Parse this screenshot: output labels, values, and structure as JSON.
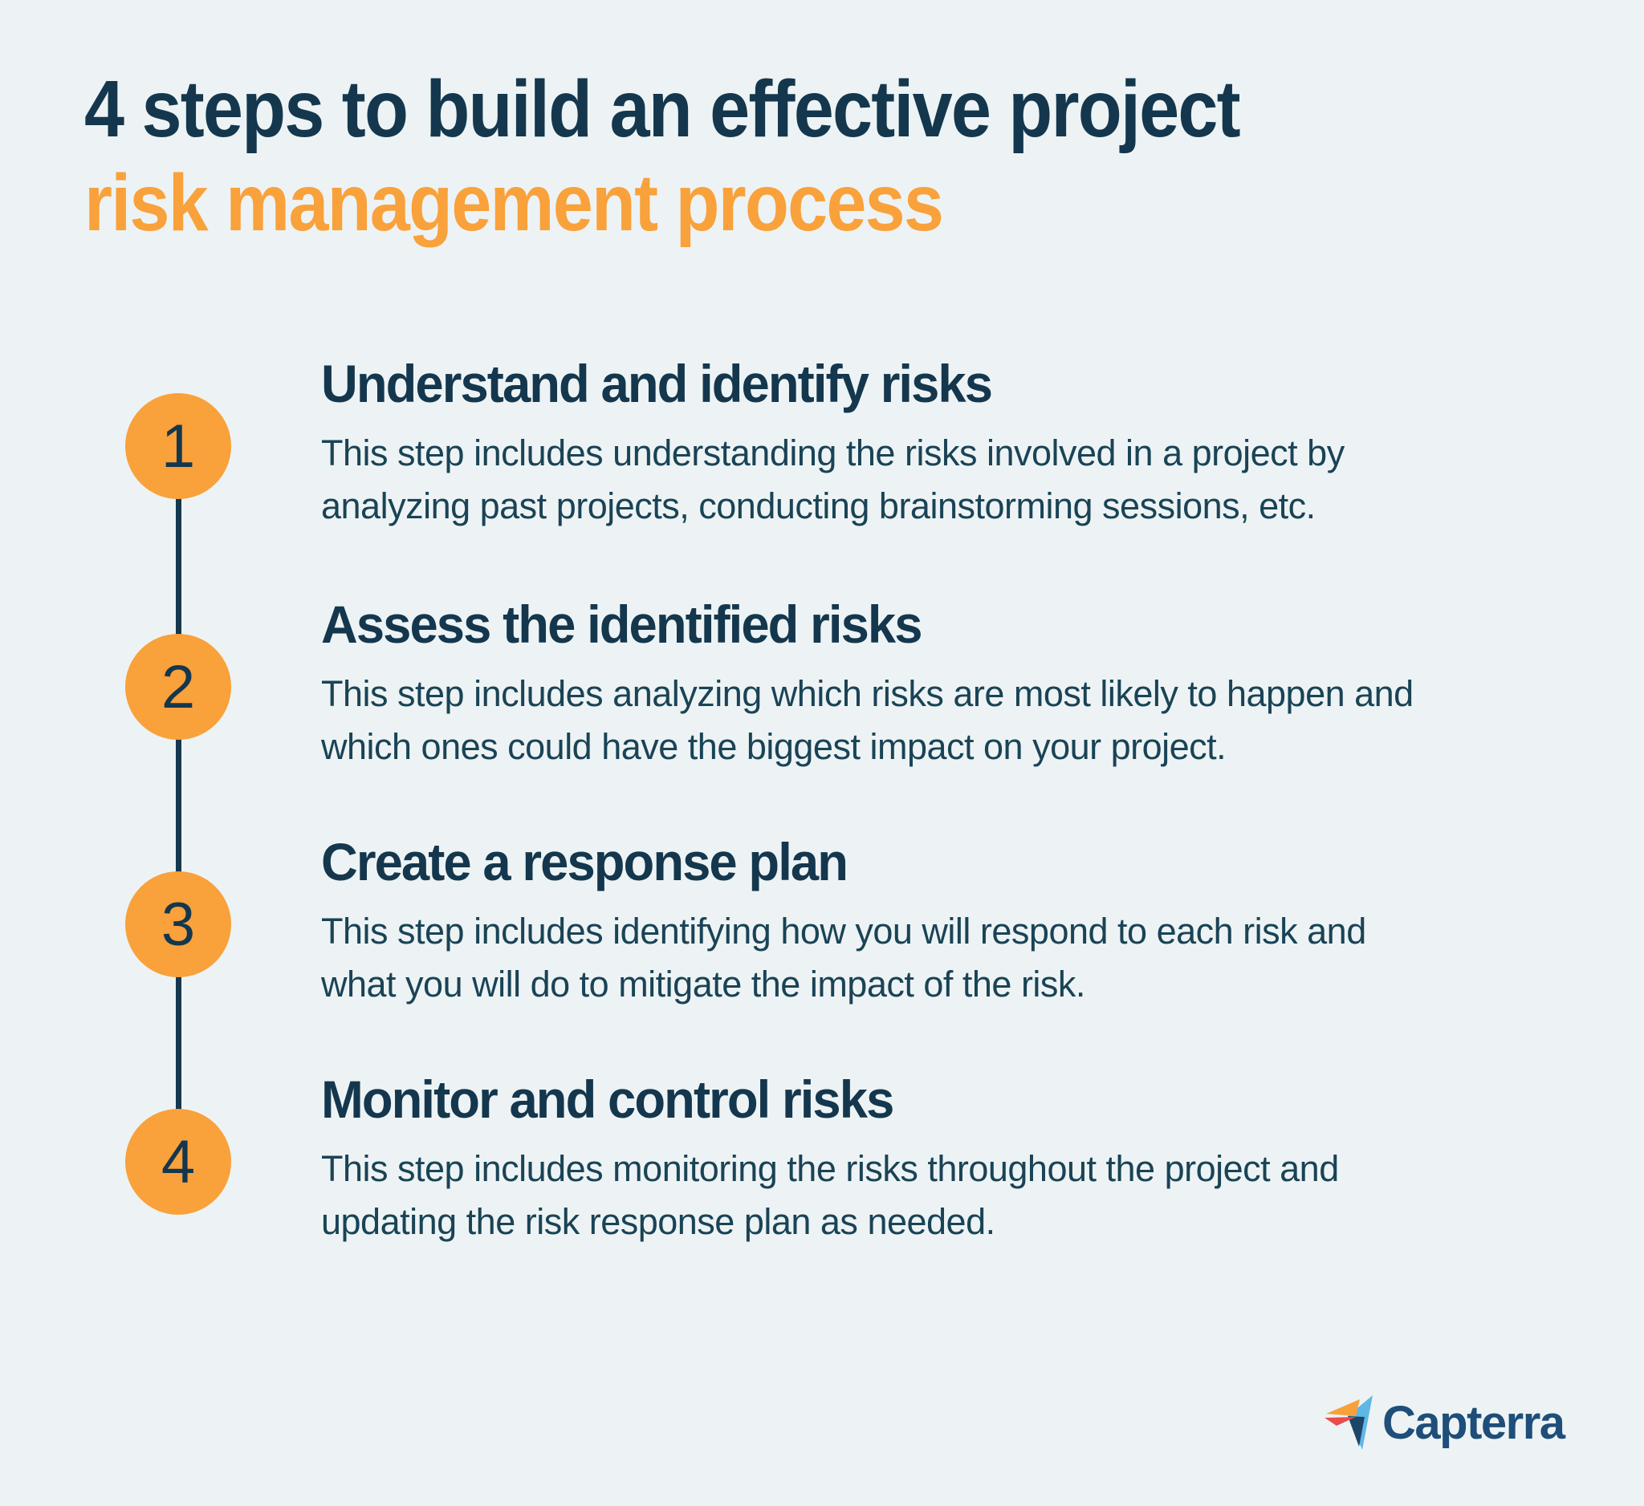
{
  "title": {
    "line1": "4 steps to build an effective project",
    "line2": "risk management process"
  },
  "steps": [
    {
      "number": "1",
      "heading": "Understand and identify risks",
      "description_lines": [
        "This step includes understanding the risks involved in a project by",
        "analyzing past projects, conducting brainstorming sessions, etc."
      ]
    },
    {
      "number": "2",
      "heading": "Assess the identified risks",
      "description_lines": [
        "This step includes analyzing which risks are most likely to happen and",
        "which ones could have the biggest impact on your project."
      ]
    },
    {
      "number": "3",
      "heading": "Create a response plan",
      "description_lines": [
        "This step includes identifying how you will respond to each risk and",
        "what you will do to mitigate the impact of the risk."
      ]
    },
    {
      "number": "4",
      "heading": "Monitor and control risks",
      "description_lines": [
        "This step includes monitoring the risks throughout the project and",
        "updating the risk response plan as needed."
      ]
    }
  ],
  "footer": {
    "brand": "Capterra",
    "logo_icon": "capterra-arrow-icon"
  },
  "colors": {
    "background": "#EDF3F4",
    "title_navy": "#14374E",
    "accent_orange": "#F9A13B",
    "body_text": "#1A4356",
    "timeline": "#16384F",
    "logo_blue": "#5FB7E8",
    "logo_navy": "#1B4668",
    "logo_orange": "#F8A13A",
    "logo_red": "#E84C4B",
    "wordmark_blue": "#1E4E79"
  }
}
